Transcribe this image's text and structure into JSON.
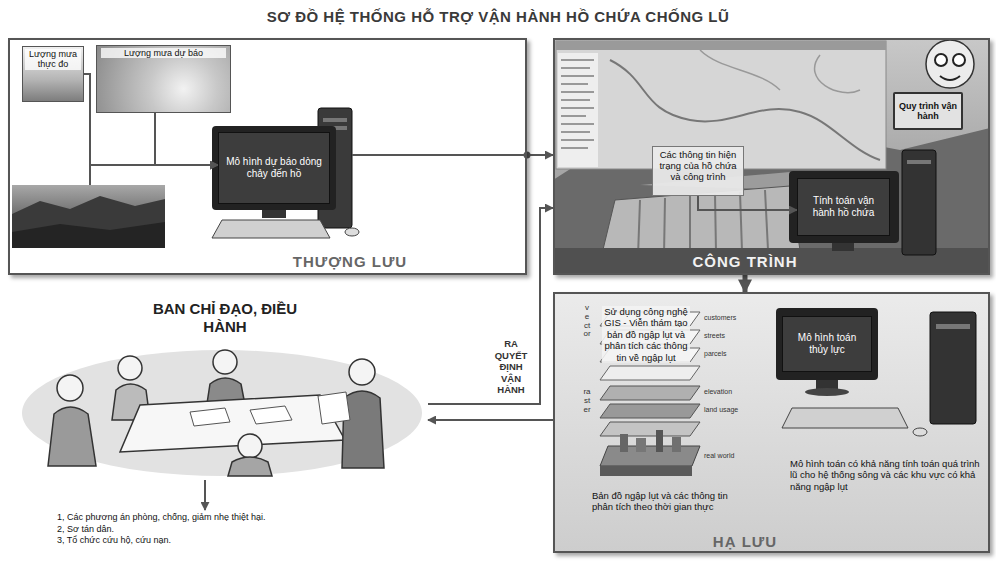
{
  "diagram": {
    "title": "SƠ ĐỒ HỆ THỐNG HỖ TRỢ VẬN HÀNH HỒ CHỨA CHỐNG LŨ",
    "nodes": [
      {
        "text": [
          "THƯỢNG LƯU"
        ]
      },
      {
        "text": [
          "Lượng mưa thực đo"
        ],
        "in": 0
      },
      {
        "text": [
          "Lượng mưa dự báo"
        ],
        "in": 0
      },
      {
        "text": [
          "Mô hình dự báo dòng chảy đến hồ"
        ],
        "in": 0
      },
      {
        "text": [
          "CÔNG TRÌNH"
        ]
      },
      {
        "text": [
          "Các thông tin hiện trạng của hồ chứa và công trình"
        ],
        "in": 4
      },
      {
        "text": [
          "Quy trình vận hành"
        ],
        "in": 4
      },
      {
        "text": [
          "Tính toán vận hành hồ chứa"
        ],
        "in": 4
      },
      {
        "text": [
          "BAN CHỈ ĐẠO, ĐIỀU HÀNH"
        ]
      },
      {
        "text": [
          "1, Các phương án phòng, chống, giảm nhẹ thiệt hại.",
          "2, Sơ tán dân.",
          "3, Tổ chức cứu hộ, cứu nạn."
        ]
      },
      {
        "text": [
          "HẠ LƯU"
        ]
      },
      {
        "text": [
          "Sử dụng công nghệ GIS - Viễn thám tạo bản đồ ngập lụt và phân tích các thông tin về ngập lụt",
          "Bản đồ ngập lụt và các thông tin phân tích theo thời gian thực"
        ],
        "in": 10
      },
      {
        "text": [
          "Mô hình toán thủy lực",
          "Mô hình toán có khả năng tính toán quá trình lũ cho hệ thống sông và các khu vực có khả năng ngập lụt"
        ],
        "in": 10
      }
    ],
    "edges": [
      {
        "from": 1,
        "to": 3,
        "arrow": "to"
      },
      {
        "from": 2,
        "to": 3,
        "arrow": "to"
      },
      {
        "from": 0,
        "to": 4,
        "arrow": "to"
      },
      {
        "from": 5,
        "to": 7,
        "arrow": "to"
      },
      {
        "from": 4,
        "to": 10,
        "arrow": "to"
      },
      {
        "from": 10,
        "to": 8,
        "arrow": "to"
      },
      {
        "from": 8,
        "to": 4,
        "label": "RA QUYẾT ĐỊNH VẬN HÀNH",
        "arrow": "to"
      },
      {
        "from": 8,
        "to": 9,
        "arrow": "to"
      }
    ],
    "labels": [
      "vector",
      "raster",
      "customers",
      "streets",
      "parcels",
      "elevation",
      "land usage",
      "real world"
    ]
  }
}
